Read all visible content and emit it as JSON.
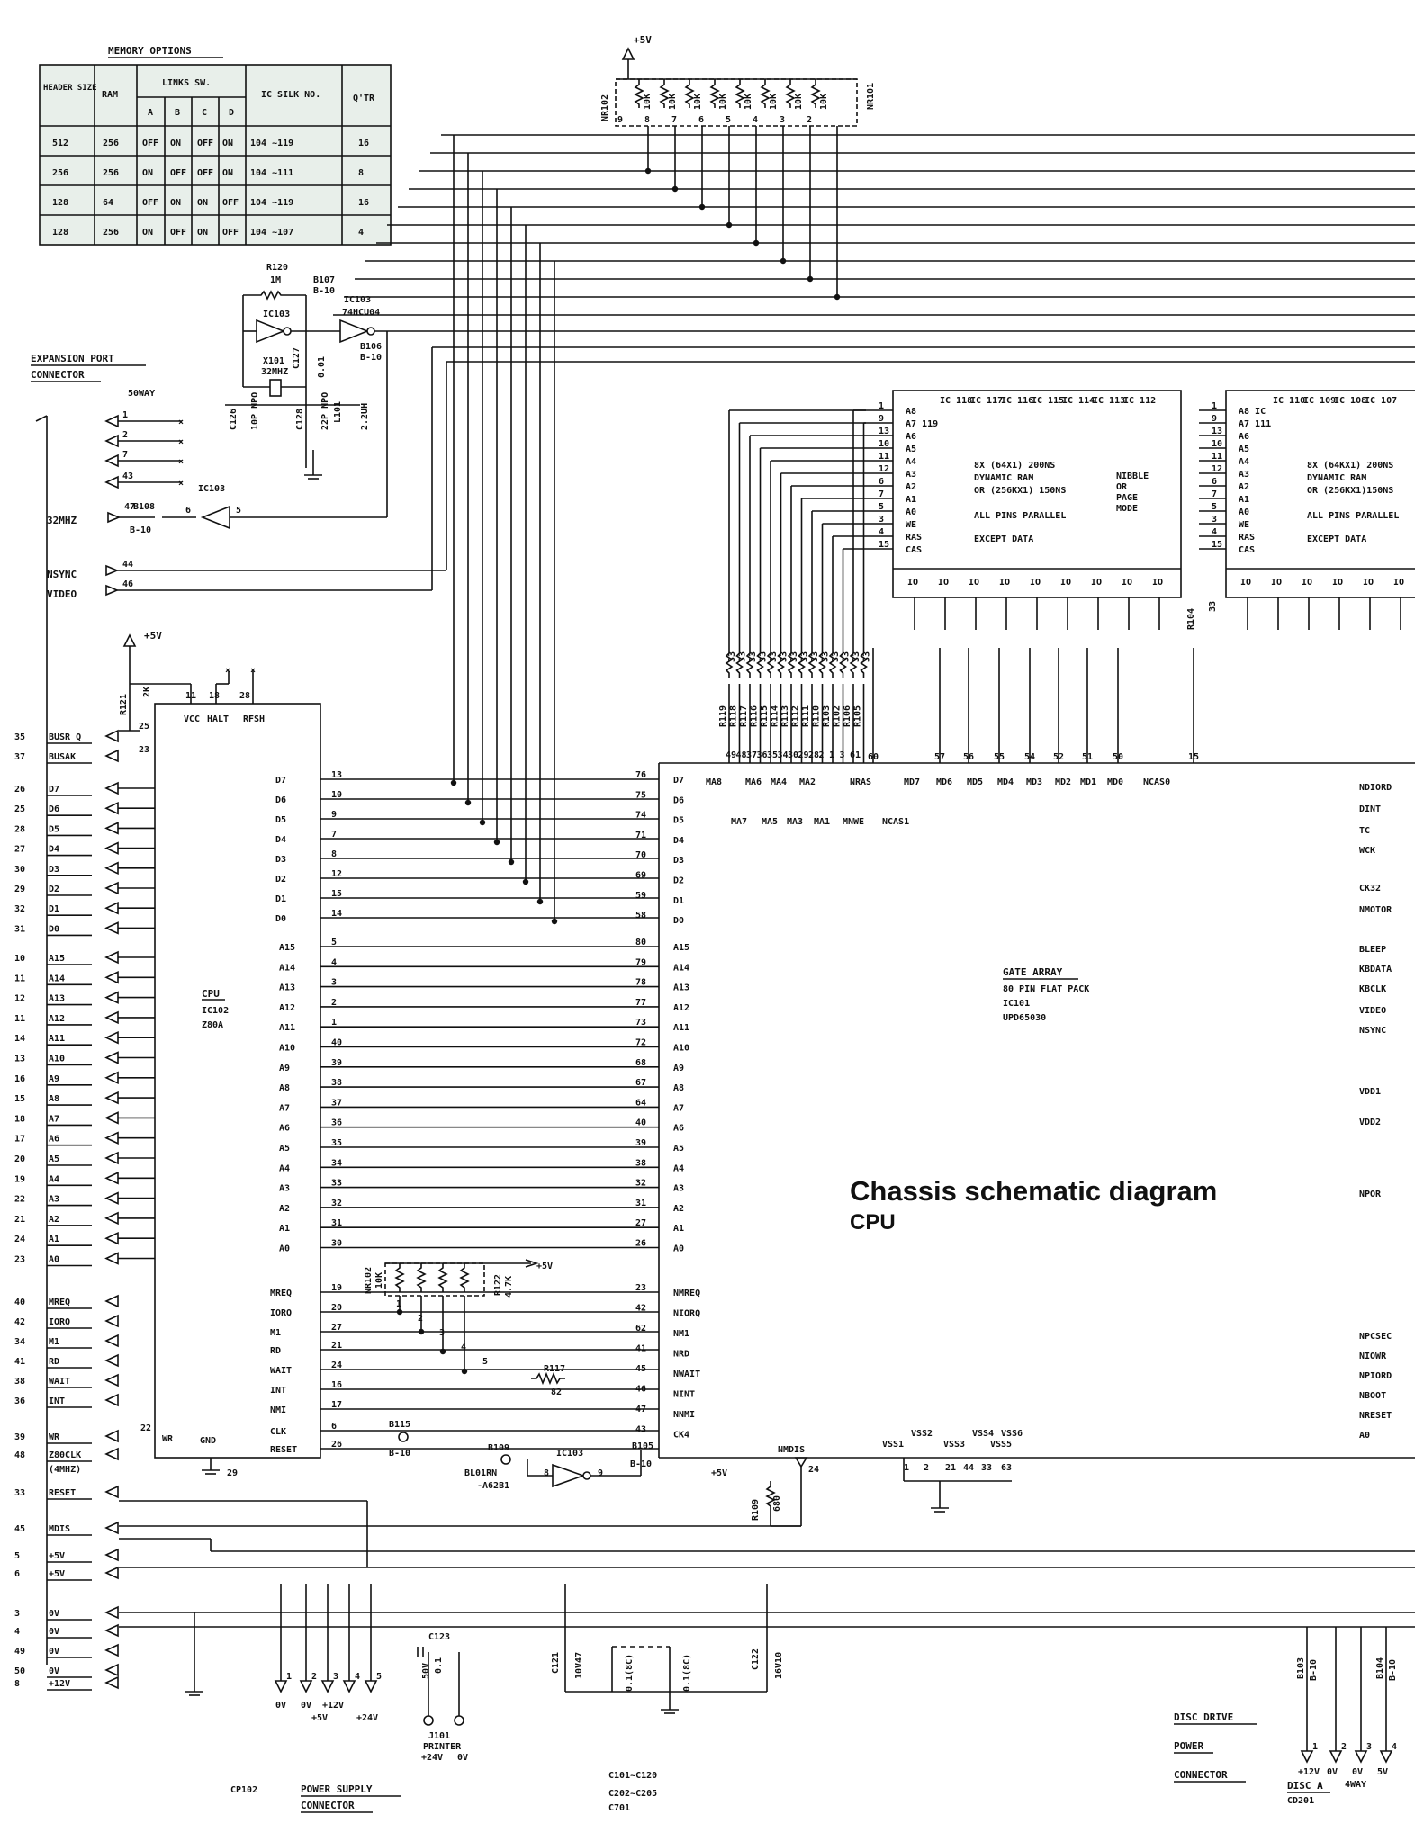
{
  "title": "Chassis schematic diagram",
  "subtitle": "CPU",
  "memory_table": {
    "caption": "MEMORY OPTIONS",
    "headers": [
      "HEADER SIZE",
      "RAM",
      "LINKS SW.",
      "A",
      "B",
      "C",
      "D",
      "IC SILK NO.",
      "Q'TR"
    ],
    "rows": [
      [
        "512",
        "256",
        "OFF",
        "ON",
        "OFF",
        "ON",
        "104 ~119",
        "16"
      ],
      [
        "256",
        "256",
        "ON",
        "OFF",
        "OFF",
        "ON",
        "104 ~111",
        "8"
      ],
      [
        "128",
        "64",
        "OFF",
        "ON",
        "ON",
        "OFF",
        "104 ~119",
        "16"
      ],
      [
        "128",
        "256",
        "ON",
        "OFF",
        "ON",
        "OFF",
        "104 ~107",
        "4"
      ]
    ]
  },
  "cpu": {
    "label": "CPU",
    "ref": "IC102",
    "type": "Z80A",
    "top_pins": [
      "VCC",
      "HALT",
      "RFSH"
    ],
    "top_nums": [
      "11",
      "18",
      "28"
    ],
    "data_pins": [
      [
        "D7",
        "13"
      ],
      [
        "D6",
        "10"
      ],
      [
        "D5",
        "9"
      ],
      [
        "D4",
        "7"
      ],
      [
        "D3",
        "8"
      ],
      [
        "D2",
        "12"
      ],
      [
        "D1",
        "15"
      ],
      [
        "D0",
        "14"
      ]
    ],
    "addr_pins": [
      [
        "A15",
        "5"
      ],
      [
        "A14",
        "4"
      ],
      [
        "A13",
        "3"
      ],
      [
        "A12",
        "2"
      ],
      [
        "A11",
        "1"
      ],
      [
        "A10",
        "40"
      ],
      [
        "A9",
        "39"
      ],
      [
        "A8",
        "38"
      ],
      [
        "A7",
        "37"
      ],
      [
        "A6",
        "36"
      ],
      [
        "A5",
        "35"
      ],
      [
        "A4",
        "34"
      ],
      [
        "A3",
        "33"
      ],
      [
        "A2",
        "32"
      ],
      [
        "A1",
        "31"
      ],
      [
        "A0",
        "30"
      ]
    ],
    "ctrl_pins": [
      [
        "MREQ",
        "19"
      ],
      [
        "IORQ",
        "20"
      ],
      [
        "M1",
        "27"
      ],
      [
        "RD",
        "21"
      ],
      [
        "WAIT",
        "24"
      ],
      [
        "INT",
        "16"
      ],
      [
        "NMI",
        "17"
      ],
      [
        "CLK",
        "6"
      ],
      [
        "RESET",
        "26"
      ]
    ],
    "wr": "WR",
    "wr_num": "22",
    "gnd": "GND",
    "gnd_num": "29"
  },
  "gate_array": {
    "label": "GATE ARRAY",
    "desc1": "80 PIN FLAT PACK",
    "ref": "IC101",
    "part": "UPD65030",
    "left_pins": [
      [
        "D7",
        "76"
      ],
      [
        "D6",
        "75"
      ],
      [
        "D5",
        "74"
      ],
      [
        "D4",
        "71"
      ],
      [
        "D3",
        "70"
      ],
      [
        "D2",
        "69"
      ],
      [
        "D1",
        "59"
      ],
      [
        "D0",
        "58"
      ],
      [
        "A15",
        "80"
      ],
      [
        "A14",
        "79"
      ],
      [
        "A13",
        "78"
      ],
      [
        "A12",
        "77"
      ],
      [
        "A11",
        "73"
      ],
      [
        "A10",
        "72"
      ],
      [
        "A9",
        "68"
      ],
      [
        "A8",
        "67"
      ],
      [
        "A7",
        "64"
      ],
      [
        "A6",
        "40"
      ],
      [
        "A5",
        "39"
      ],
      [
        "A4",
        "38"
      ],
      [
        "A3",
        "32"
      ],
      [
        "A2",
        "31"
      ],
      [
        "A1",
        "27"
      ],
      [
        "A0",
        "26"
      ],
      [
        "NMREQ",
        "23"
      ],
      [
        "NIORQ",
        "42"
      ],
      [
        "NM1",
        "62"
      ],
      [
        "NRD",
        "41"
      ],
      [
        "NWAIT",
        "45"
      ],
      [
        "NINT",
        "46"
      ],
      [
        "NNMI",
        "47"
      ],
      [
        "CK4",
        "43"
      ]
    ],
    "top_labels": [
      "MA8",
      "MA6",
      "MA4",
      "MA2",
      "NRAS",
      "MD7",
      "MD6",
      "MD5",
      "MD4",
      "MD3",
      "MD2",
      "MD1",
      "MD0",
      "NCAS0"
    ],
    "top_nums": [
      "60",
      "57",
      "56",
      "55",
      "54",
      "52",
      "51",
      "50",
      "15"
    ],
    "top_labels2": [
      "MA7",
      "MA5",
      "MA3",
      "MA1",
      "MNWE",
      "NCAS1"
    ],
    "right_pins": [
      "NDIORD",
      "DINT",
      "TC",
      "WCK",
      "CK32",
      "NMOTOR",
      "BLEEP",
      "KBDATA",
      "KBCLK",
      "VIDEO",
      "NSYNC",
      "VDD1",
      "VDD2",
      "NPOR",
      "NPCSEC",
      "NIOWR",
      "NPIORD",
      "NBOOT",
      "NRESET",
      "A0"
    ],
    "vss_labels": [
      "VSS1",
      "VSS2",
      "VSS3",
      "VSS4",
      "VSS5",
      "VSS6"
    ],
    "vss_nums": [
      "1",
      "2",
      "21",
      "44",
      "33",
      "63"
    ]
  },
  "ram1": {
    "ics": [
      "IC 118",
      "IC 117",
      "IC 116",
      "IC 115",
      "IC 114",
      "IC 113",
      "IC 112"
    ],
    "pins": [
      [
        "A8",
        "1"
      ],
      [
        "A7 119",
        "9"
      ],
      [
        "A6",
        "13"
      ],
      [
        "A5",
        "10"
      ],
      [
        "A4",
        "11"
      ],
      [
        "A3",
        "12"
      ],
      [
        "A2",
        "6"
      ],
      [
        "A1",
        "7"
      ],
      [
        "A0",
        "5"
      ],
      [
        "WE",
        "3"
      ],
      [
        "RAS",
        "4"
      ],
      [
        "CAS",
        "15"
      ]
    ],
    "desc": [
      "8X (64X1) 200NS",
      "DYNAMIC  RAM",
      "OR (256KX1) 150NS",
      "ALL PINS PARALLEL",
      "EXCEPT  DATA"
    ],
    "mode": [
      "NIBBLE",
      "OR",
      "PAGE",
      "MODE"
    ],
    "io": "IO"
  },
  "ram2": {
    "ics": [
      "IC 110",
      "IC 109",
      "IC 108",
      "IC 107"
    ],
    "pins": [
      [
        "A8 IC",
        "1"
      ],
      [
        "A7 111",
        "9"
      ],
      [
        "A6",
        "13"
      ],
      [
        "A5",
        "10"
      ],
      [
        "A4",
        "11"
      ],
      [
        "A3",
        "12"
      ],
      [
        "A2",
        "6"
      ],
      [
        "A1",
        "7"
      ],
      [
        "A0",
        "5"
      ],
      [
        "WE",
        "3"
      ],
      [
        "RAS",
        "4"
      ],
      [
        "CAS",
        "15"
      ]
    ],
    "desc": [
      "8X (64KX1) 200NS",
      "DYNAMIC  RAM",
      "OR (256KX1)150NS",
      "ALL PINS PARALLEL",
      "EXCEPT  DATA"
    ]
  },
  "resistor_arrays": {
    "top": {
      "ref_left": "NR102",
      "ref_right": "NR101",
      "values": [
        "10K",
        "10K",
        "10K",
        "10K",
        "10K",
        "10K",
        "10K",
        "10K"
      ],
      "nums": [
        "9",
        "8",
        "7",
        "6",
        "5",
        "4",
        "3",
        "2"
      ],
      "supply": "+5V"
    },
    "series": {
      "refs": [
        "R119",
        "R118",
        "R117",
        "R116",
        "R115",
        "R114",
        "R113",
        "R112",
        "R111",
        "R110",
        "R103",
        "R102",
        "R106",
        "R105"
      ],
      "value": "33",
      "nums": [
        "49",
        "48",
        "37",
        "36",
        "35",
        "34",
        "30",
        "29",
        "28",
        "2",
        "1",
        "3",
        "61"
      ]
    },
    "mid": {
      "ref": "NR102",
      "value": "10K",
      "nums": [
        "1",
        "2",
        "3",
        "4",
        "5"
      ],
      "r122": "R122",
      "r122_val": "4.7K",
      "supply": "+5V"
    },
    "r104": "R104",
    "r104_val": "33"
  },
  "clock": {
    "r120": "R120",
    "r120_val": "1M",
    "b107": "B107",
    "b107_sub": "B-10",
    "ic103a": "IC103",
    "ic103b": "IC103",
    "part": "74HCU04",
    "x101": "X101",
    "x101_val": "32MHZ",
    "c127": "C127",
    "c127_val": "0.01",
    "c126": "C126",
    "c126_val": "10P NPO",
    "c128": "C128",
    "c128_val": "22P NPO",
    "l101": "L101",
    "l101_val": "2.2UH",
    "b106": "B106",
    "b106_sub": "B-10"
  },
  "expansion": {
    "title_l1": "EXPANSION  PORT",
    "title_l2": "CONNECTOR",
    "ways": "50WAY",
    "nc_pins": [
      "1",
      "2",
      "7",
      "43"
    ],
    "clk_label": "32MHZ",
    "clk_pin": "47",
    "b108": "B108",
    "b108_sub": "B-10",
    "ic103": "IC103",
    "ic_nums": [
      "6",
      "5"
    ],
    "nsync": "NSYNC",
    "nsync_pin": "44",
    "video": "VIDEO",
    "video_pin": "46",
    "pins": [
      [
        "35",
        "BUSR Q"
      ],
      [
        "37",
        "BUSAK"
      ],
      [
        "26",
        "D7"
      ],
      [
        "25",
        "D6"
      ],
      [
        "28",
        "D5"
      ],
      [
        "27",
        "D4"
      ],
      [
        "30",
        "D3"
      ],
      [
        "29",
        "D2"
      ],
      [
        "32",
        "D1"
      ],
      [
        "31",
        "D0"
      ],
      [
        "10",
        "A15"
      ],
      [
        "11",
        "A14"
      ],
      [
        "12",
        "A13"
      ],
      [
        "11",
        "A12"
      ],
      [
        "14",
        "A11"
      ],
      [
        "13",
        "A10"
      ],
      [
        "16",
        "A9"
      ],
      [
        "15",
        "A8"
      ],
      [
        "18",
        "A7"
      ],
      [
        "17",
        "A6"
      ],
      [
        "20",
        "A5"
      ],
      [
        "19",
        "A4"
      ],
      [
        "22",
        "A3"
      ],
      [
        "21",
        "A2"
      ],
      [
        "24",
        "A1"
      ],
      [
        "23",
        "A0"
      ],
      [
        "40",
        "MREQ"
      ],
      [
        "42",
        "IORQ"
      ],
      [
        "34",
        "M1"
      ],
      [
        "41",
        "RD"
      ],
      [
        "38",
        "WAIT"
      ],
      [
        "36",
        "INT"
      ],
      [
        "39",
        "WR"
      ],
      [
        "48",
        "Z80CLK"
      ],
      [
        "33",
        "RESET"
      ],
      [
        "45",
        "MDIS"
      ],
      [
        "5",
        "+5V"
      ],
      [
        "6",
        "+5V"
      ],
      [
        "3",
        "0V"
      ],
      [
        "4",
        "0V"
      ],
      [
        "49",
        "0V"
      ],
      [
        "50",
        "0V"
      ],
      [
        "8",
        "+12V"
      ]
    ],
    "z80clk_sub": "(4MHZ)",
    "r121": "R121",
    "r121_val": "2K",
    "supply": "+5V",
    "pin23": "23",
    "pin25": "25"
  },
  "misc": {
    "b115": "B115",
    "b115_sub": "B-10",
    "b109": "B109",
    "bl": "BL01RN",
    "bl_sub": "-A62B1",
    "ic103": "IC103",
    "ic103_nums": [
      "8",
      "9"
    ],
    "b105": "B105",
    "b105_sub": "B-10",
    "nmdis": "NMDIS",
    "nmdis_pin": "24",
    "plus5": "+5V",
    "r109": "R109",
    "r109_val": "680",
    "r117": "R117",
    "r117_val": "82"
  },
  "power": {
    "c123": "C123",
    "c123_val": "50V",
    "c123_val2": "0.1",
    "j101": "J101",
    "printer": "PRINTER",
    "printer_pins": [
      "+24V",
      "0V"
    ],
    "cp102": "CP102",
    "supply_title_l1": "POWER  SUPPLY",
    "supply_title_l2": "CONNECTOR",
    "supply_nums": [
      "1",
      "2",
      "3",
      "4",
      "5"
    ],
    "supply_labels_top": [
      "0V",
      "0V",
      "+12V"
    ],
    "supply_labels_bot": [
      "+5V",
      "+24V"
    ],
    "c121": "C121",
    "c121_val": "10V47",
    "cap_vals": [
      "0.1(8C)",
      "0.1(8C)"
    ],
    "c122": "C122",
    "c122_val": "16V10",
    "cap_notes": [
      "C101~C120",
      "C202~C205",
      "C701"
    ],
    "disc_title": [
      "DISC  DRIVE",
      "POWER",
      "CONNECTOR"
    ],
    "b103": "B103",
    "b104": "B104",
    "b_sub": "B-10",
    "disc_nums": [
      "1",
      "2",
      "3",
      "4"
    ],
    "disc_labels": [
      "+12V",
      "0V",
      "0V",
      "5V"
    ],
    "disc_a": "DISC A",
    "disc_a_way": "4WAY",
    "cd201": "CD201"
  }
}
